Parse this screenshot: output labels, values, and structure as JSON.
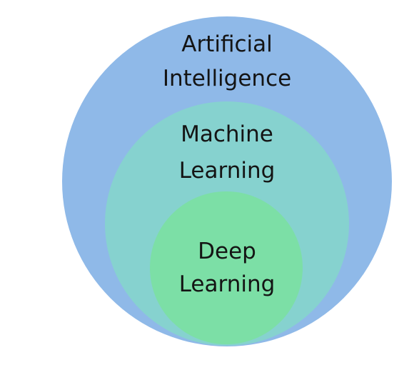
{
  "diagram": {
    "type": "nested-circles",
    "layers": [
      {
        "label_lines": [
          "Artificial",
          "Intelligence"
        ],
        "color": "#8fb9e8"
      },
      {
        "label_lines": [
          "Machine",
          "Learning"
        ],
        "color": "#86d2cf"
      },
      {
        "label_lines": [
          "Deep",
          "Learning"
        ],
        "color": "#7cdfa6"
      }
    ],
    "text_color": "#141414",
    "background": "#ffffff"
  }
}
